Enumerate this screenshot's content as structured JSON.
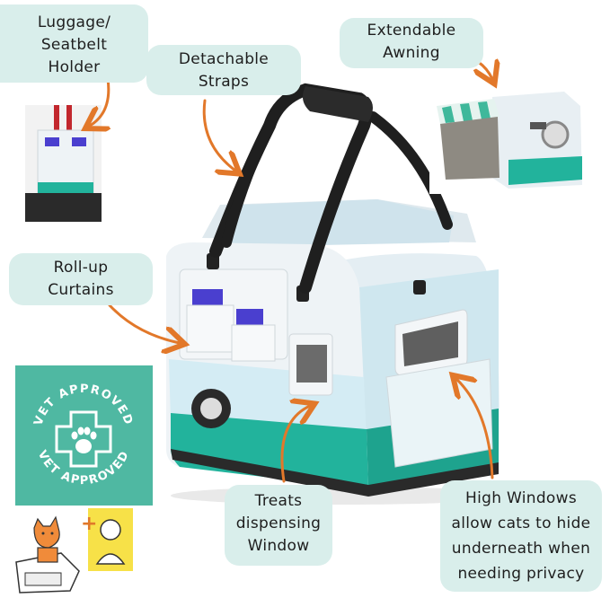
{
  "callouts": {
    "luggage": [
      "Luggage/",
      "Seatbelt",
      "Holder"
    ],
    "straps": [
      "Detachable",
      "Straps"
    ],
    "awning": [
      "Extendable",
      "Awning"
    ],
    "curtains": [
      "Roll-up",
      "Curtains"
    ],
    "treats": [
      "Treats",
      "dispensing",
      "Window"
    ],
    "windows": [
      "High Windows",
      "allow cats to hide",
      "underneath when",
      "needing privacy"
    ]
  },
  "badge": {
    "text": "VET APPROVED"
  },
  "colors": {
    "callout_bg": "#d9eeeb",
    "arrow": "#e2782a",
    "badge_bg": "#4fb8a2",
    "yellow": "#f7e148",
    "carrier_teal": "#21b39b"
  }
}
